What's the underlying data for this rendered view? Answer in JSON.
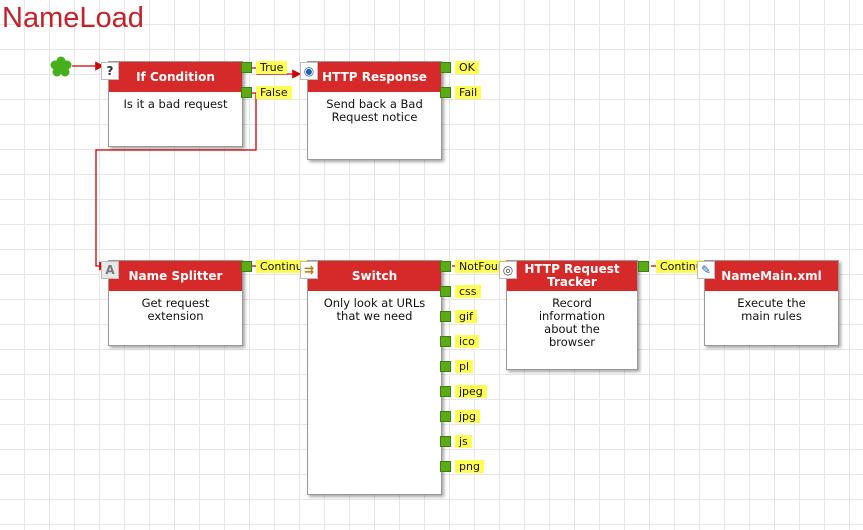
{
  "page": {
    "title": "NameLoad"
  },
  "nodes": {
    "if_condition": {
      "title": "If Condition",
      "desc": "Is it a bad request",
      "outputs": [
        "True",
        "False"
      ]
    },
    "http_response": {
      "title": "HTTP Response",
      "desc": "Send back a Bad Request notice",
      "outputs": [
        "OK",
        "Fail"
      ]
    },
    "name_splitter": {
      "title": "Name Splitter",
      "desc": "Get request extension",
      "outputs": [
        "Continue"
      ]
    },
    "switch": {
      "title": "Switch",
      "desc": "Only look at URLs that we need",
      "outputs": [
        "NotFound",
        "css",
        "gif",
        "ico",
        "pl",
        "jpeg",
        "jpg",
        "js",
        "png"
      ]
    },
    "http_tracker": {
      "title": "HTTP Request Tracker",
      "desc": "Record information about the browser",
      "outputs": [
        "Continue"
      ]
    },
    "namemain": {
      "title": "NameMain.xml",
      "desc": "Execute the main rules"
    }
  },
  "colors": {
    "accent": "#d62a2a",
    "port": "#5aab16",
    "label_bg": "#ffff55",
    "wire": "#cc0000",
    "title": "#c0232b"
  }
}
